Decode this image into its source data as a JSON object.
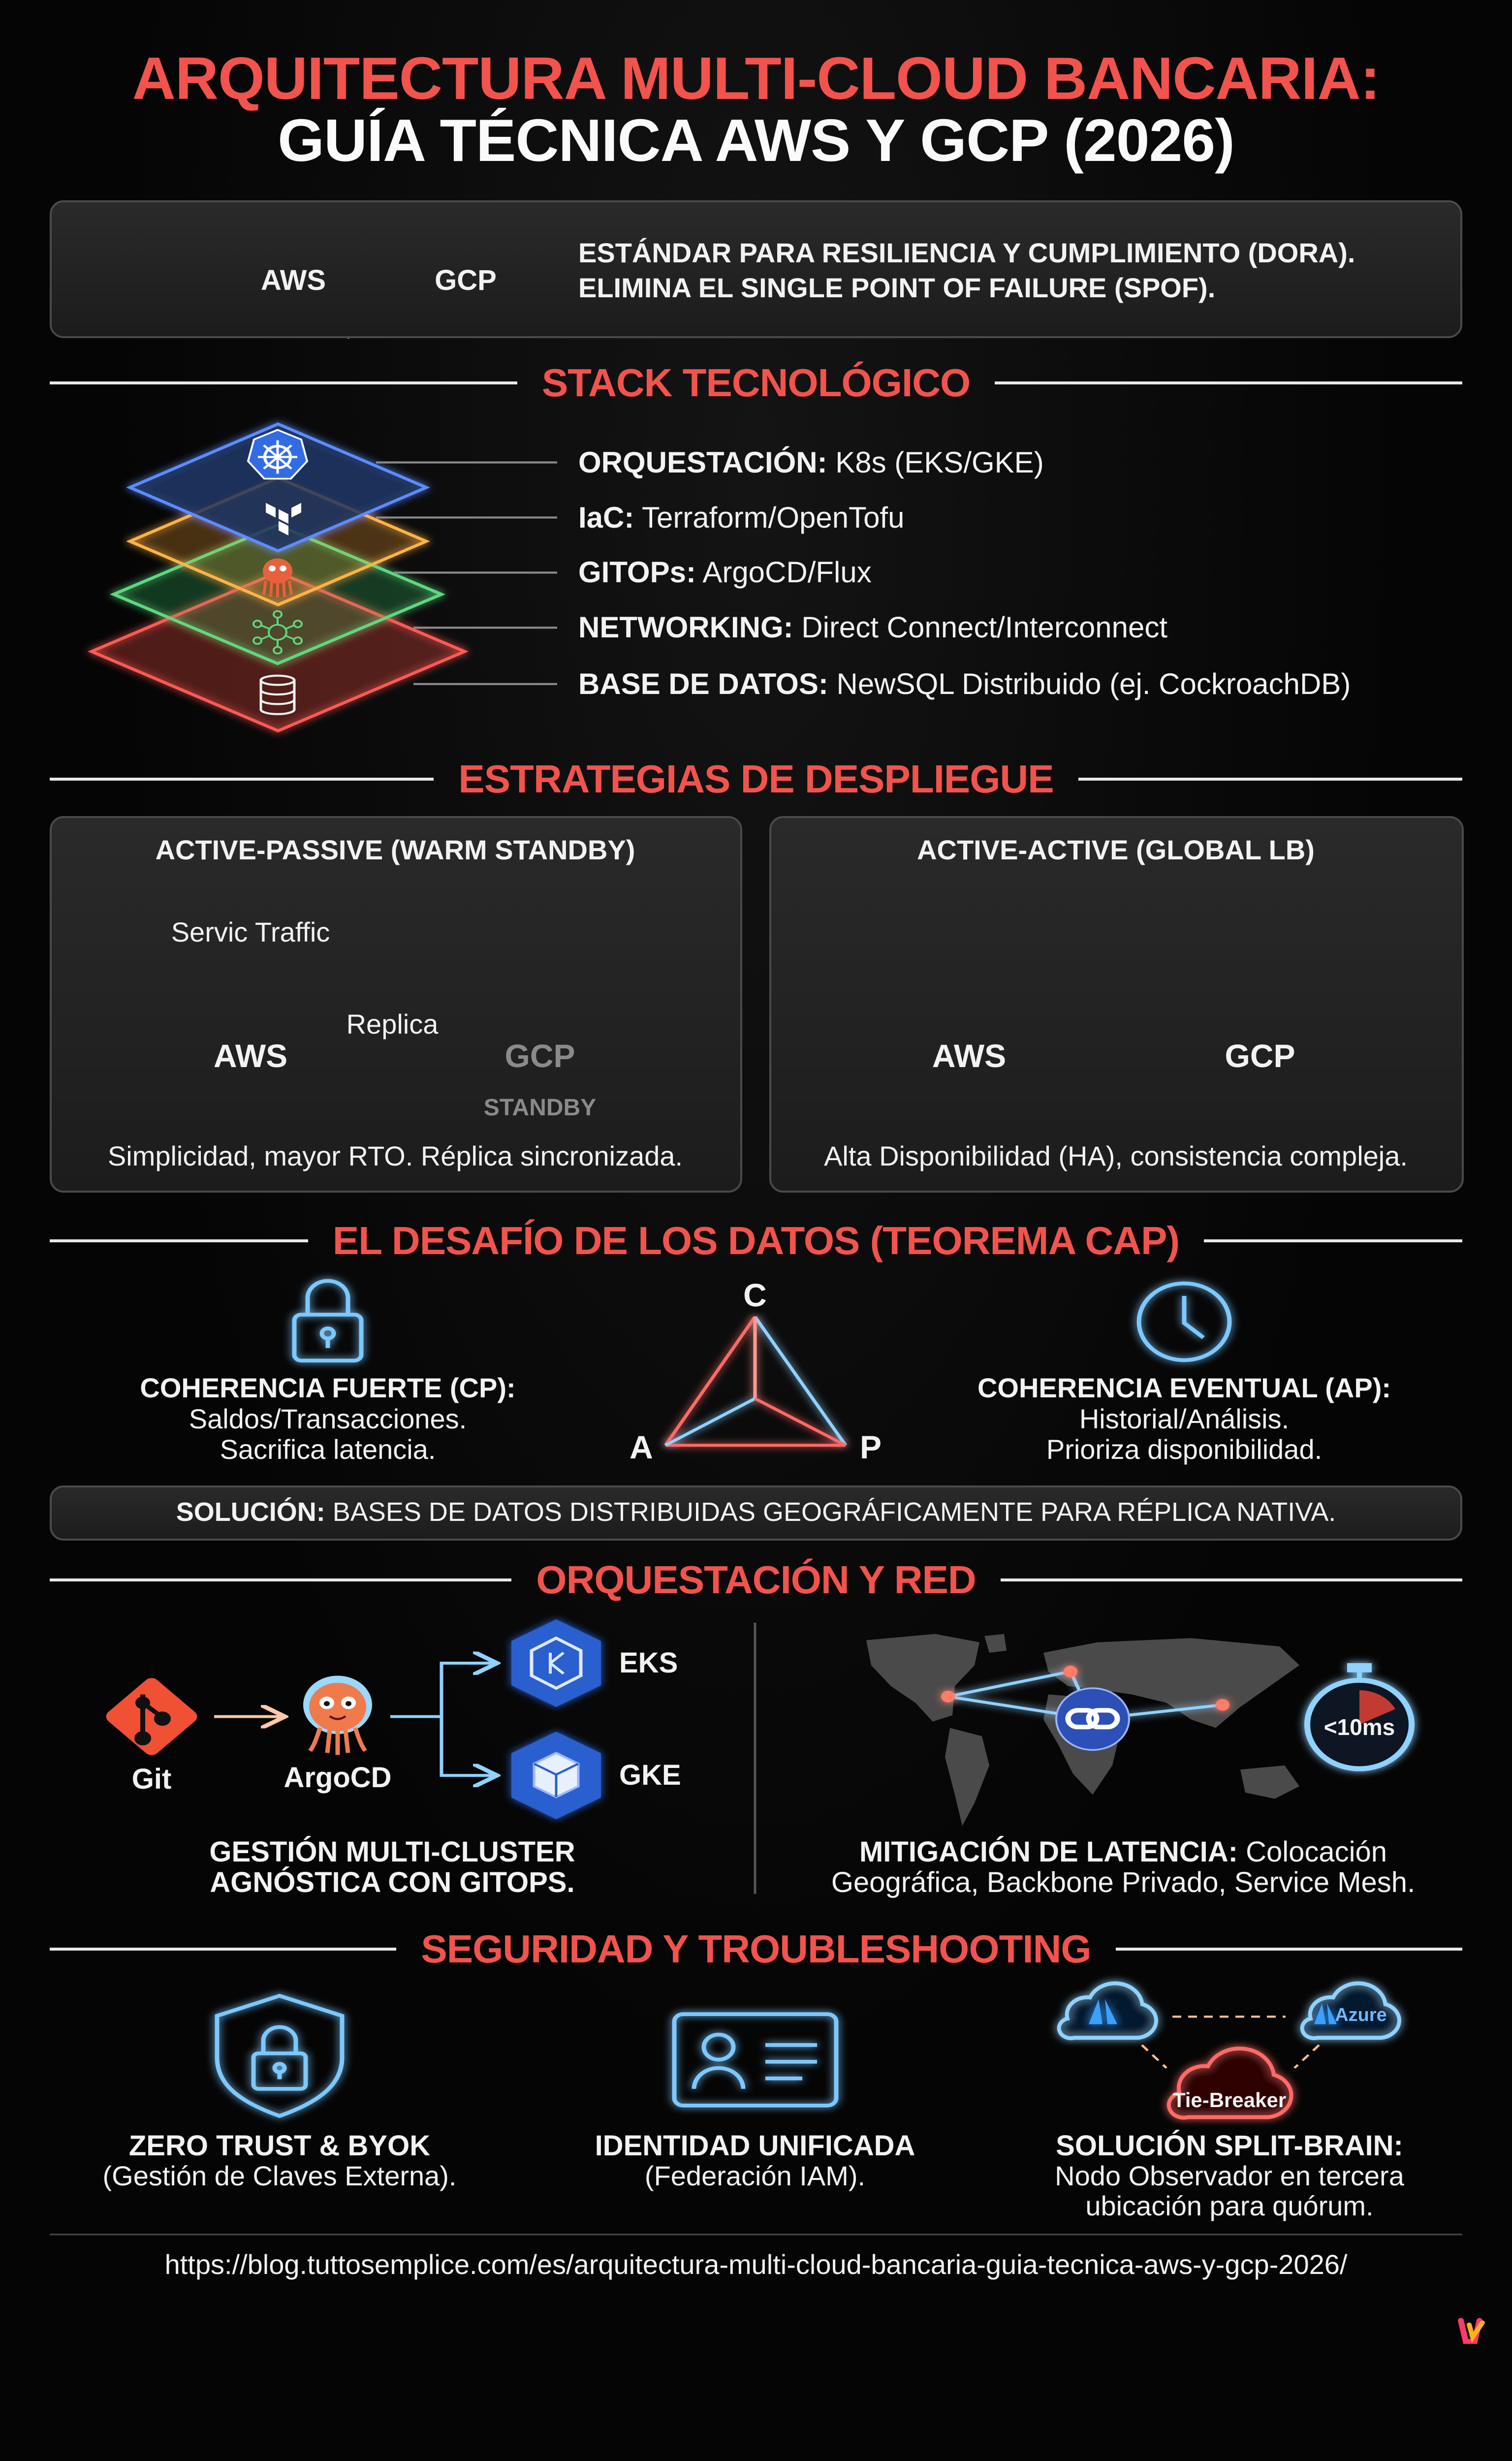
{
  "title": {
    "line1": "ARQUITECTURA MULTI-CLOUD BANCARIA:",
    "line2": "GUÍA TÉCNICA AWS Y GCP (2026)"
  },
  "intro": {
    "aws": "AWS",
    "gcp": "GCP",
    "line1": "ESTÁNDAR PARA RESILIENCIA Y CUMPLIMIENTO (DORA).",
    "line2": "ELIMINA EL SINGLE POINT OF FAILURE (SPOF)."
  },
  "sections": {
    "stack": "STACK TECNOLÓGICO",
    "strategies": "ESTRATEGIAS DE DESPLIEGUE",
    "cap": "EL DESAFÍO DE LOS DATOS (TEOREMA CAP)",
    "orchestration": "ORQUESTACIÓN Y RED",
    "security": "SEGURIDAD Y TROUBLESHOOTING"
  },
  "stack": {
    "items": [
      {
        "label": "ORQUESTACIÓN:",
        "value": " K8s (EKS/GKE)",
        "icon": "kubernetes-icon"
      },
      {
        "label": "IaC:",
        "value": " Terraform/OpenTofu",
        "icon": "terraform-icon"
      },
      {
        "label": "GITOPs:",
        "value": " ArgoCD/Flux",
        "icon": "argocd-icon"
      },
      {
        "label": "NETWORKING:",
        "value": " Direct Connect/Interconnect",
        "icon": "network-icon"
      },
      {
        "label": "BASE DE DATOS:",
        "value": " NewSQL Distribuido (ej. CockroachDB)",
        "icon": "database-icon"
      }
    ]
  },
  "strategies": {
    "active_passive": {
      "title": "ACTIVE-PASSIVE (WARM STANDBY)",
      "traffic_label": "Servic Traffic",
      "aws": "AWS",
      "replica_label": "Replica",
      "gcp": "GCP",
      "standby_label": "STANDBY",
      "caption": "Simplicidad, mayor RTO. Réplica sincronizada."
    },
    "active_active": {
      "title": "ACTIVE-ACTIVE (GLOBAL LB)",
      "aws": "AWS",
      "gcp": "GCP",
      "caption": "Alta Disponibilidad (HA), consistencia compleja."
    }
  },
  "cap": {
    "letters": {
      "c": "C",
      "a": "A",
      "p": "P"
    },
    "cp": {
      "title": "COHERENCIA FUERTE (CP):",
      "line1": "Saldos/Transacciones.",
      "line2": "Sacrifica latencia."
    },
    "ap": {
      "title": "COHERENCIA EVENTUAL (AP):",
      "line1": "Historial/Análisis.",
      "line2": "Prioriza disponibilidad."
    },
    "solution": {
      "label": "SOLUCIÓN:",
      "text": " BASES DE DATOS DISTRIBUIDAS GEOGRÁFICAMENTE PARA RÉPLICA NATIVA."
    }
  },
  "orchestration": {
    "git": "Git",
    "argocd": "ArgoCD",
    "eks": "EKS",
    "gke": "GKE",
    "caption_line1": "GESTIÓN MULTI-CLUSTER",
    "caption_line2": "AGNÓSTICA CON GITOPS.",
    "stopwatch": "<10ms",
    "latency_label": "MITIGACIÓN DE LATENCIA:",
    "latency_line1": " Colocación",
    "latency_line2": "Geográfica, Backbone Privado, Service Mesh."
  },
  "security": {
    "zero_trust": {
      "title": "ZERO TRUST & BYOK",
      "sub": "(Gestión de Claves Externa)."
    },
    "identity": {
      "title": "IDENTIDAD UNIFICADA",
      "sub": "(Federación IAM)."
    },
    "split_brain": {
      "title": "SOLUCIÓN SPLIT-BRAIN:",
      "line1": "Nodo Observador en tercera",
      "line2": "ubicación para quórum.",
      "azure": "Azure",
      "tie_breaker": "Tie-Breaker"
    }
  },
  "footer": {
    "url": "https://blog.tuttosemplice.com/es/arquitectura-multi-cloud-bancaria-guia-tecnica-aws-y-gcp-2026/"
  },
  "colors": {
    "accent_red": "#f2534d",
    "glow_blue": "#7cc8ff",
    "background": "#050505",
    "k8s_blue": "#326ce5",
    "git_orange": "#f05033"
  }
}
